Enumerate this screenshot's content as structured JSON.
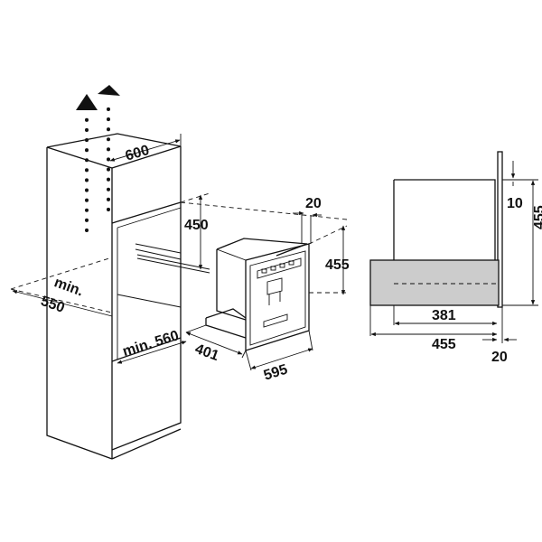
{
  "labels": {
    "cab_width": "600",
    "min_depth_a": "min.",
    "min_depth_b": "550",
    "min_width": "min. 560",
    "niche_height": "450",
    "panel_depth": "20",
    "appliance_height": "455",
    "appliance_depth": "401",
    "appliance_width": "595",
    "side_top": "10",
    "side_height": "455",
    "side_depth_inner": "381",
    "side_depth_total": "455",
    "side_front": "20"
  },
  "colors": {
    "line": "#111111",
    "fill_grey": "#cccccc",
    "background": "#ffffff"
  },
  "icons": [
    "airflow-arrow-icon"
  ]
}
